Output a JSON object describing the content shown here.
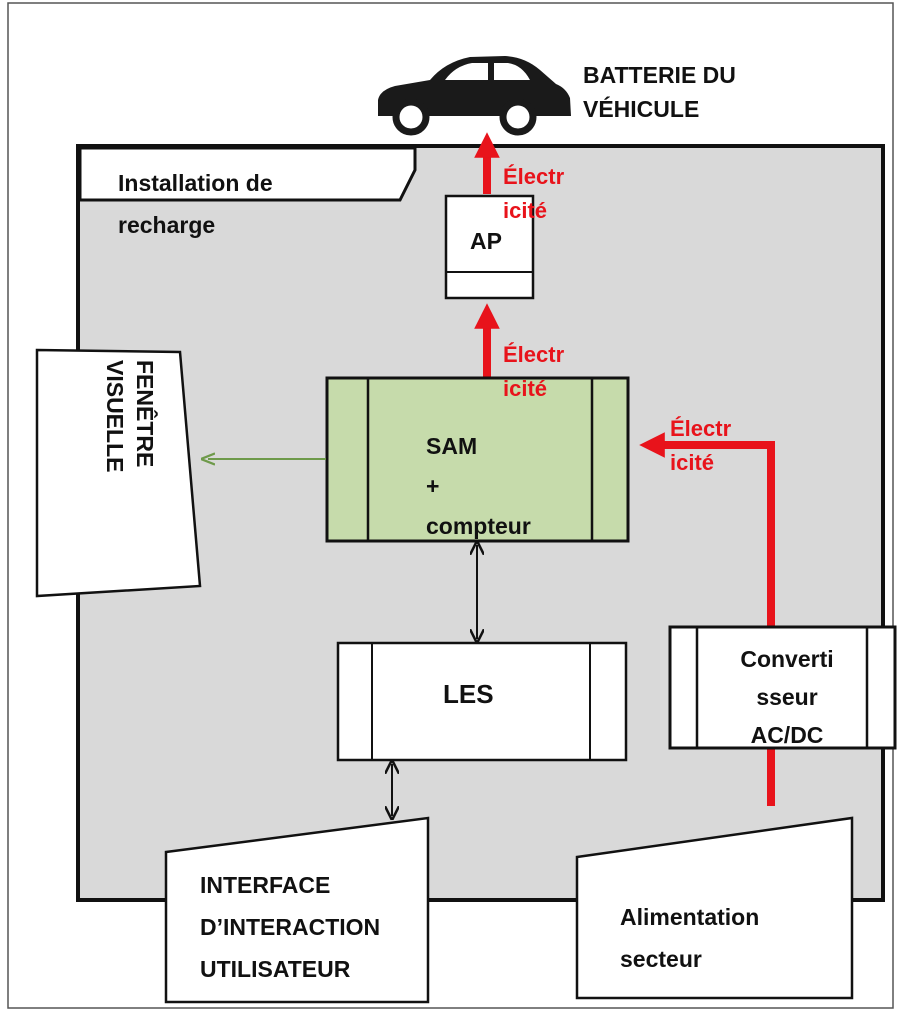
{
  "vehicle": {
    "icon": "car-icon",
    "label_line1": "BATTERIE DU",
    "label_line2": "VÉHICULE"
  },
  "installation": {
    "line1": "Installation de",
    "line2": "recharge"
  },
  "ap": {
    "label": "AP"
  },
  "sam": {
    "line1": "SAM",
    "line2": "+",
    "line3": "compteur"
  },
  "les": {
    "label": "LES"
  },
  "converter": {
    "line1": "Converti",
    "line2": "sseur",
    "line3": "AC/DC"
  },
  "visual_window": {
    "line1": "FENÊTRE",
    "line2": "VISUELLE"
  },
  "ui_interface": {
    "line1": "INTERFACE",
    "line2": "D’INTERACTION",
    "line3": "UTILISATEUR"
  },
  "mains": {
    "line1": "Alimentation",
    "line2": "secteur"
  },
  "electricity_labels": [
    {
      "line1": "Électr",
      "line2": "icité"
    },
    {
      "line1": "Électr",
      "line2": "icité"
    },
    {
      "line1": "Électr",
      "line2": "icité"
    }
  ],
  "colors": {
    "panel_bg": "#d9d9d9",
    "sam_fill": "#c6dbab",
    "electricity": "#e8131b",
    "visual_arrow": "#6e9a4a",
    "outline": "#111111"
  }
}
